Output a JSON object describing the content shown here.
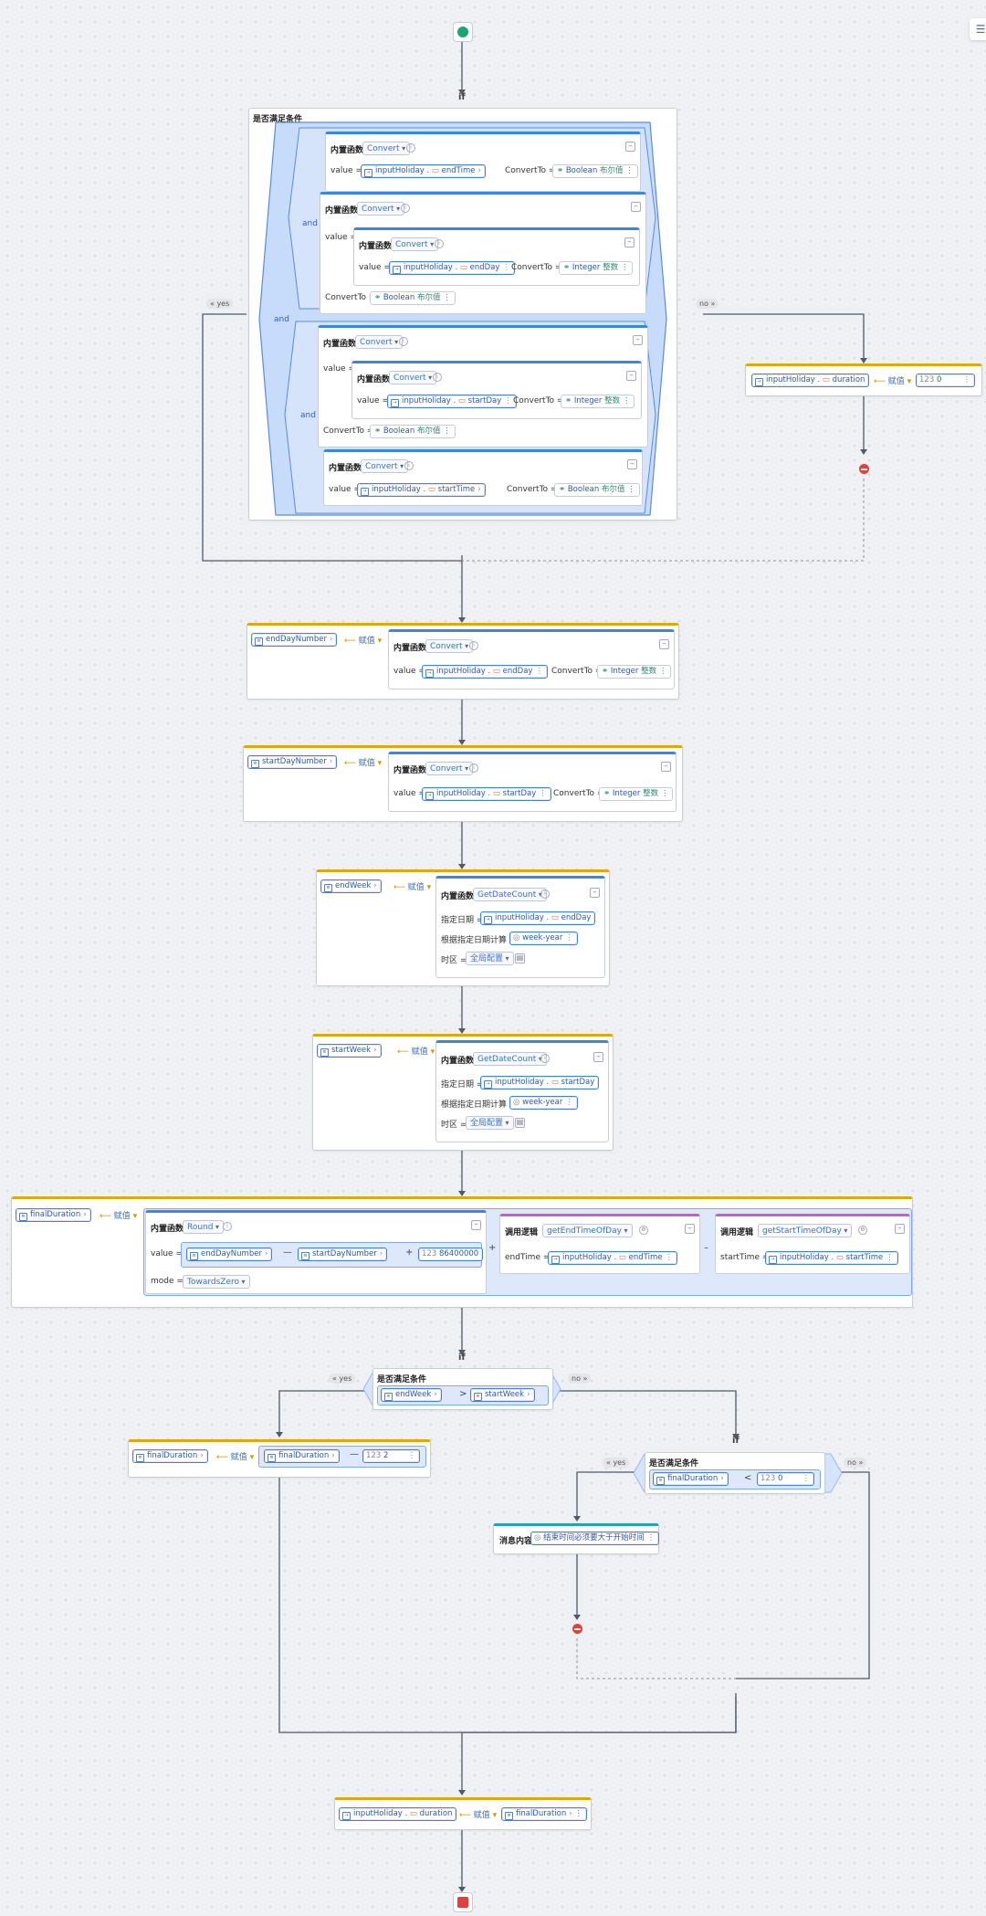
{
  "labels": {
    "if": "if",
    "yes": "« yes",
    "no": "no »",
    "condition": "是否满足条件",
    "and": "and",
    "builtin": "内置函数",
    "call_logic": "调用逻辑",
    "assign": "赋值",
    "msg_content": "消息内容",
    "value_eq": "value =",
    "convert_to_eq": "ConvertTo =",
    "mode_eq": "mode =",
    "date_eq": "指定日期 =",
    "calc_by_eq": "根据指定日期计算 =",
    "tz_eq": "时区 =",
    "end_time_eq": "endTime =",
    "start_time_eq": "startTime ="
  },
  "fn": {
    "convert": "Convert",
    "date_count": "GetDateCount",
    "round": "Round",
    "get_end": "getEndTimeOfDay",
    "get_start": "getStartTimeOfDay"
  },
  "types": {
    "bool": "Boolean",
    "bool_cn": "布尔值",
    "int": "Integer",
    "int_cn": "整数"
  },
  "vars": {
    "input_holiday": "inputHoliday .",
    "end_time": "endTime",
    "end_day": "endDay",
    "start_day": "startDay",
    "start_time": "startTime",
    "duration": "duration",
    "end_day_number": "endDayNumber",
    "start_day_number": "startDayNumber",
    "end_week": "endWeek",
    "start_week": "startWeek",
    "final_duration": "finalDuration"
  },
  "consts": {
    "zero": "0",
    "two": "2",
    "ms_day": "86400000",
    "week_year": "week-year",
    "global_cfg": "全局配置",
    "towards_zero": "TowardsZero",
    "msg_text": "结束时间必须要大于开始时间"
  },
  "ops": {
    "minus": "—",
    "plus": "+",
    "gt": ">",
    "lt": "<",
    "dash": "–"
  }
}
